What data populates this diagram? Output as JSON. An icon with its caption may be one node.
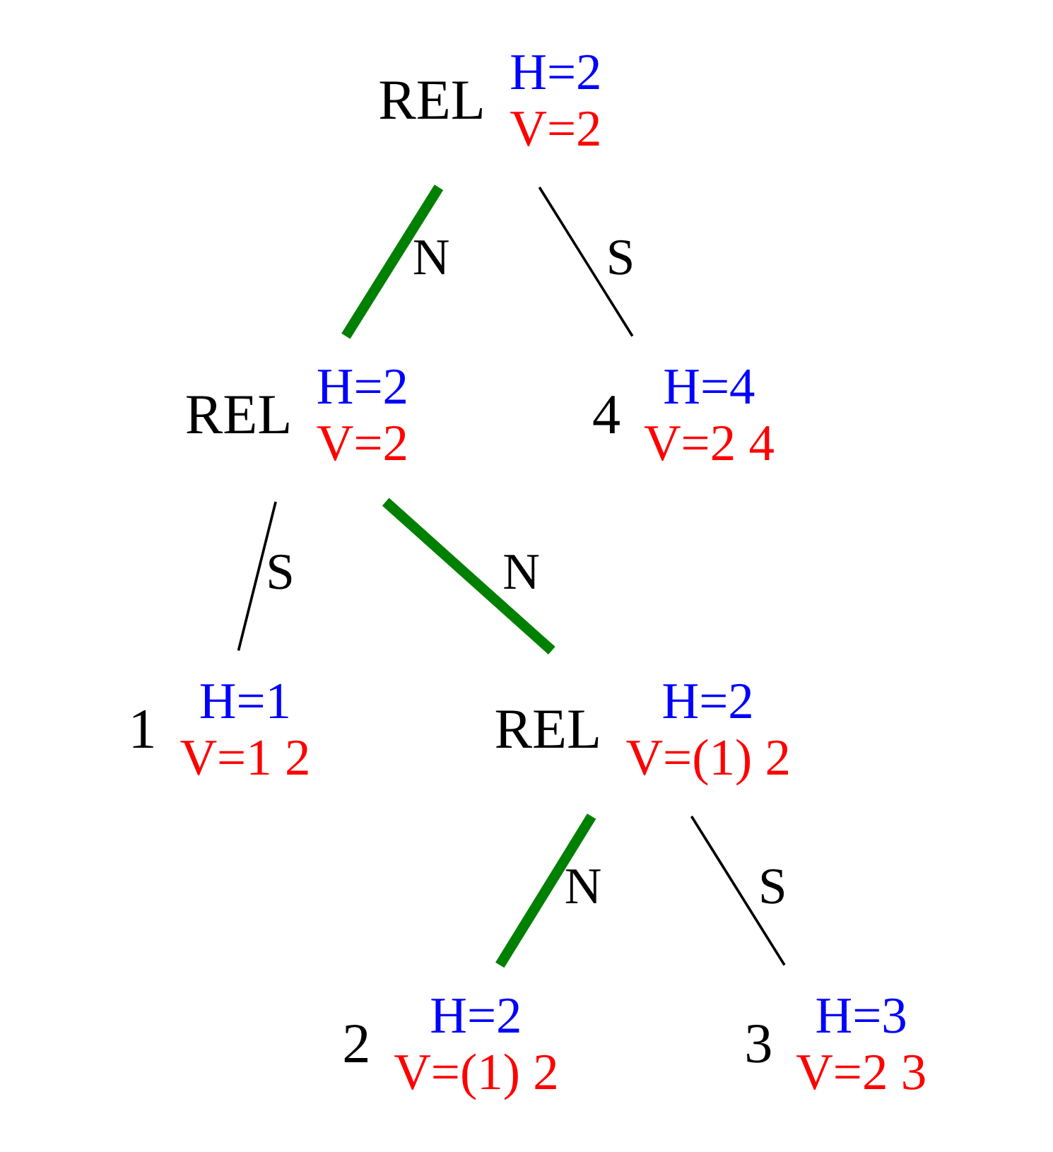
{
  "diagram": {
    "nodes": [
      {
        "text": [
          "REL"
        ],
        "beside": [
          "H=2",
          "V=2"
        ]
      },
      {
        "text": [
          "REL"
        ],
        "beside": [
          "H=2",
          "V=2"
        ]
      },
      {
        "text": [
          "4"
        ],
        "beside": [
          "H=4",
          "V=2 4"
        ]
      },
      {
        "text": [
          "1"
        ],
        "beside": [
          "H=1",
          "V=1 2"
        ]
      },
      {
        "text": [
          "REL"
        ],
        "beside": [
          "H=2",
          "V=(1) 2"
        ]
      },
      {
        "text": [
          "2"
        ],
        "beside": [
          "H=2",
          "V=(1) 2"
        ]
      },
      {
        "text": [
          "3"
        ],
        "beside": [
          "H=3",
          "V=2 3"
        ]
      }
    ],
    "edges": [
      {
        "from": 0,
        "to": 1,
        "arrow": "none",
        "label": "N",
        "style": "thick",
        "color": "#008000"
      },
      {
        "from": 0,
        "to": 2,
        "arrow": "none",
        "label": "S",
        "color": "#000000"
      },
      {
        "from": 1,
        "to": 3,
        "arrow": "none",
        "label": "S",
        "color": "#000000"
      },
      {
        "from": 1,
        "to": 4,
        "arrow": "none",
        "label": "N",
        "style": "thick",
        "color": "#008000"
      },
      {
        "from": 4,
        "to": 5,
        "arrow": "none",
        "label": "N",
        "style": "thick",
        "color": "#008000"
      },
      {
        "from": 4,
        "to": 6,
        "arrow": "none",
        "label": "S",
        "color": "#000000"
      }
    ]
  }
}
